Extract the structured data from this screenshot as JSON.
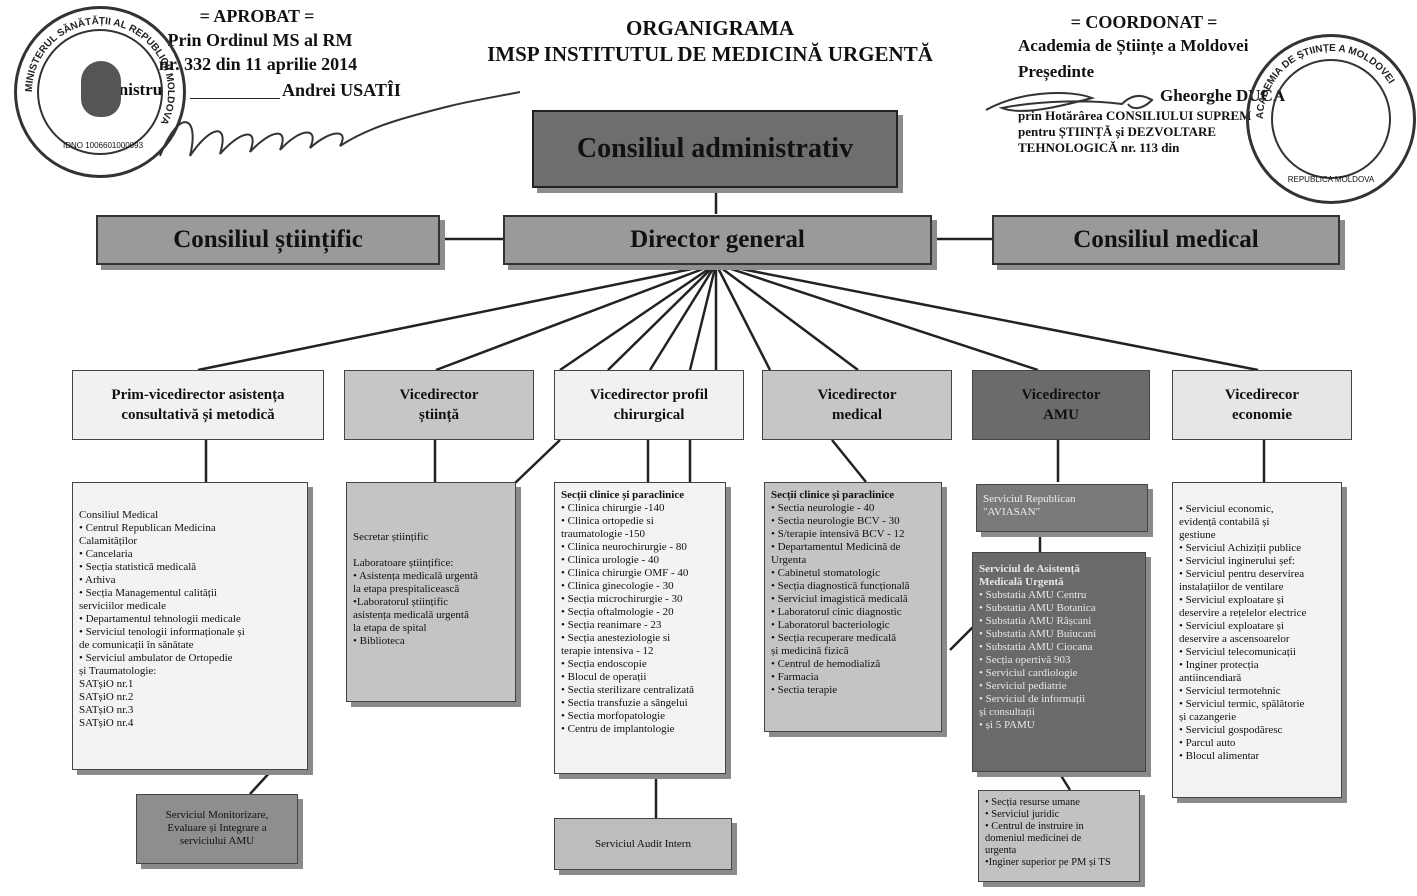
{
  "header": {
    "aprobat": "= APROBAT =",
    "aprobat_l1": "Prin Ordinul MS al RM",
    "aprobat_l2": "nr. 332 din 11 aprilie 2014",
    "aprobat_l3": "Ministru",
    "aprobat_name": "Andrei USATÎI",
    "title_l1": "ORGANIGRAMA",
    "title_l2": "IMSP INSTITUTUL DE MEDICINĂ URGENTĂ",
    "coord": "= COORDONAT =",
    "coord_l1": "Academia de Științe a Moldovei",
    "coord_l2": "Președinte",
    "coord_name": "Gheorghe DUCA",
    "coord_l3": "prin Hotărârea CONSILIULUI SUPREM",
    "coord_l4": "pentru ȘTIINȚĂ și DEZVOLTARE",
    "coord_l5": "TEHNOLOGICĂ nr. 113 din",
    "seal_left_text": "MINISTERUL SĂNĂTĂȚII AL REPUBLICII MOLDOVA",
    "seal_left_idno": "IDNO 1006601000093",
    "seal_right_text": "ACADEMIA DE ȘTIINȚE A MOLDOVEI",
    "seal_right_rep": "REPUBLICA MOLDOVA"
  },
  "top": {
    "admin": "Consiliul  administrativ",
    "director": "Director  general",
    "stiintific": "Consiliul  științific",
    "medical": "Consiliul  medical"
  },
  "vicedirectors": [
    {
      "label": "Prim-vicedirector asistența\nconsultativă și metodică"
    },
    {
      "label": "Vicedirector\nștiință"
    },
    {
      "label": "Vicedirector profil\nchirurgical"
    },
    {
      "label": "Vicedirector\nmedical"
    },
    {
      "label": "Vicedirector\nAMU"
    },
    {
      "label": "Vicedirecor\neconomie"
    }
  ],
  "panels": {
    "consult": {
      "title": "Consiliul Medical",
      "items": [
        "• Centrul  Republican Medicina\n   Calamităților",
        "• Cancelaria",
        "• Secția statistică medicală",
        "• Arhiva",
        "• Secția Managementul calității\n   serviciilor medicale",
        "• Departamentul tehnologii medicale",
        "• Serviciul tenologii informaționale și\n   de comunicații în sănătate",
        "• Serviciul ambulator de Ortopedie\n   și Traumatologie:",
        "      SATșiO  nr.1",
        "      SATșiO  nr.2",
        "      SATșiO  nr.3",
        "      SATșiO  nr.4"
      ]
    },
    "monitor": {
      "text": "Serviciul Monitorizare,\nEvaluare și Integrare a\nserviciului AMU"
    },
    "stiinta": {
      "secretar": "Secretar științific",
      "lab_title": "Laboratoare științifice:",
      "items": [
        "• Asistența medicală urgentă\n   la etapa prespitalicească",
        "•Laboratorul științific\n   asistența medicală urgentă\n   la etapa de spital",
        "• Biblioteca"
      ]
    },
    "chir": {
      "title": "Secții clinice și paraclinice",
      "items": [
        "• Clinica chirurgie          -140",
        "• Clinica ortopedie si\n   traumatologie                  -150",
        "• Clinica neurochirurgie -  80",
        "• Clinica urologie            - 40",
        "• Clinica chirurgie OMF - 40",
        "• Clinica ginecologie       - 30",
        "• Secția microchirurgie  - 30",
        "• Secția oftalmologie      - 20",
        "• Secția reanimare           - 23",
        "• Secția anesteziologie si\n   terapie intensiva           - 12",
        "• Secția endoscopie",
        "• Blocul de operații",
        "• Sectia sterilizare centralizată",
        "• Sectia transfuzie a sângelui",
        "• Sectia morfopatologie",
        "• Centru de implantologie"
      ]
    },
    "audit": {
      "text": "Serviciul Audit Intern"
    },
    "medical": {
      "title": "Secții clinice și paraclinice",
      "items": [
        "• Sectia neurologie          - 40",
        "• Sectia neurologie BCV   - 30",
        "• S/terapie intensivă BCV  - 12",
        "• Departamentul Medicină de\n   Urgenta",
        "• Cabinetul stomatologic",
        "• Secția diagnostică funcțională",
        "• Serviciul imagistică medicală",
        "• Laboratorul cinic diagnostic",
        "• Laboratorul bacteriologic",
        "• Secția recuperare medicală\n   și medicină fizică",
        "• Centrul de hemodializă",
        "• Farmacia",
        "• Sectia terapie"
      ]
    },
    "aviasan": {
      "text": "Serviciul Republican\n\"AVIASAN\""
    },
    "amu": {
      "title": "Serviciul de Asistență\nMedicală Urgentă",
      "items": [
        "• Substatia AMU Centru",
        "• Substatia AMU Botanica",
        "• Substatia AMU Râșcani",
        "• Substatia AMU Buiucani",
        "• Substatia AMU Ciocana",
        "• Secția  opertivă 903",
        "• Serviciul cardiologie",
        "• Serviciul pediatrie",
        "• Serviciul de informații\n   și consultații",
        "• și 5 PAMU"
      ]
    },
    "resurse": {
      "items": [
        "• Secția resurse umane",
        "• Serviciul  juridic",
        "• Centrul de instruire in\n   domeniul medicinei de\n   urgenta",
        "•Inginer superior pe PM și TS"
      ]
    },
    "econ": {
      "items": [
        "• Serviciul economic,\n   evidență contabilă și\n   gestiune",
        "• Serviciul  Achiziții publice",
        "• Serviciul inginerului șef:",
        "• Serviciul pentru deservirea\n   instalațiilor de ventilare",
        "• Serviciul  exploatare și\n   deservire a rețelelor electrice",
        "• Serviciul  exploatare și\n   deservire a ascensoarelor",
        "• Serviciul telecomunicații",
        "• Inginer protecția\n   antiincendiară",
        "• Serviciul termotehnic",
        "• Serviciul termic, spălătorie\n   și cazangerie",
        "• Serviciul  gospodăresc",
        "• Parcul auto",
        "• Blocul alimentar"
      ]
    }
  },
  "colors": {
    "admin_fill": "#6e6e6e",
    "row_fill": "#9a9a9a",
    "light_fill": "#f1f1f1",
    "mid_fill": "#c6c6c6",
    "dark_fill": "#6b6b6b",
    "line": "#222222"
  }
}
